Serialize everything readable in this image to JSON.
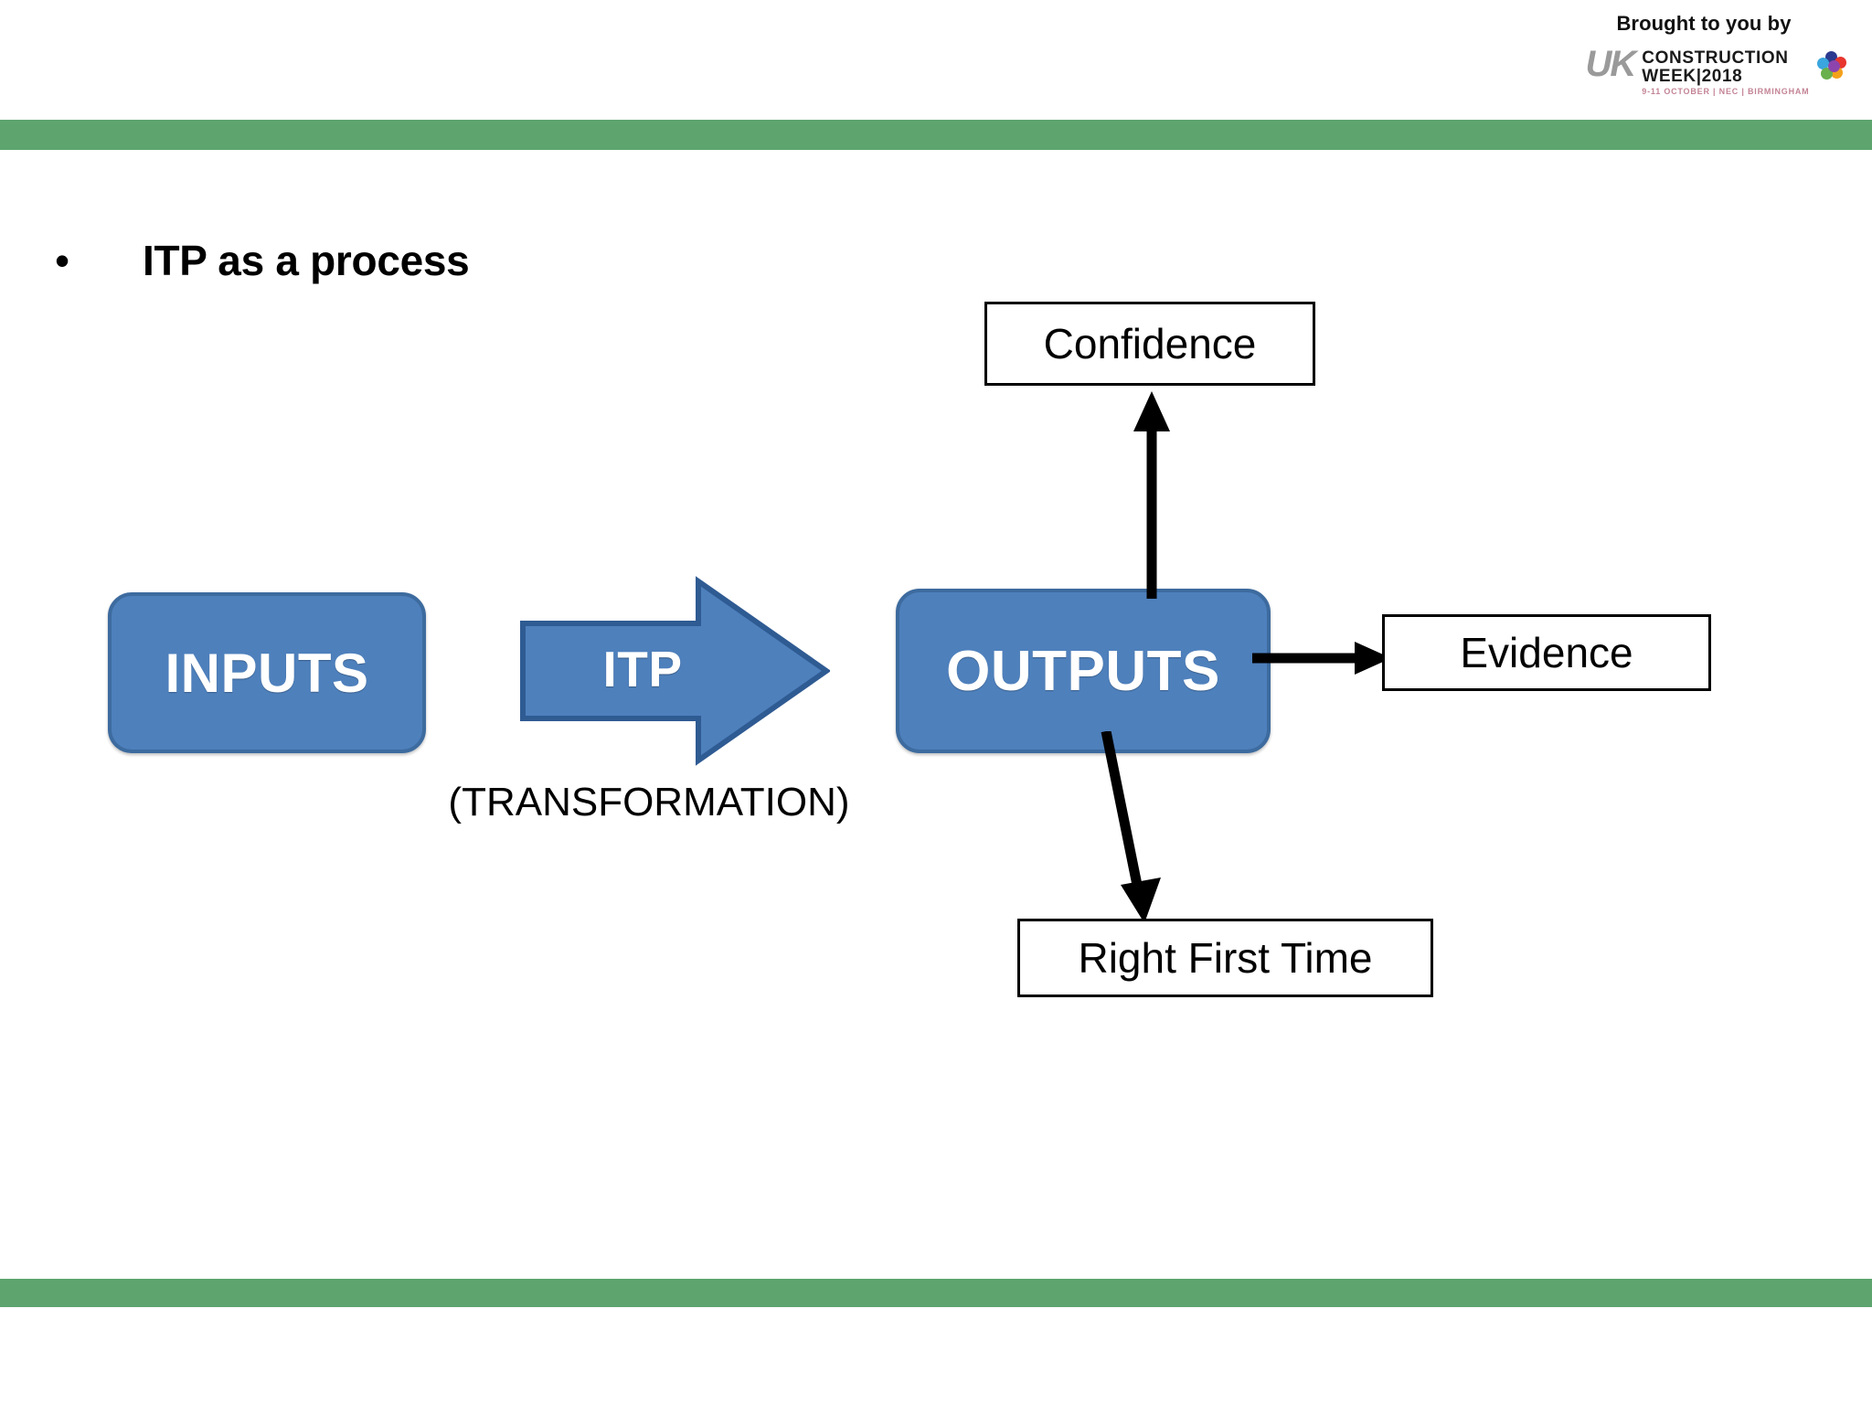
{
  "header": {
    "brought_to_you_by": "Brought to you by",
    "logo": {
      "mark": "UK",
      "line1": "CONSTRUCTION",
      "line2": "WEEK|2018",
      "tagline": "9-11 OCTOBER | NEC | BIRMINGHAM"
    }
  },
  "slide": {
    "bullet_marker": "•",
    "bullet_title": "ITP as a process"
  },
  "diagram": {
    "inputs_label": "INPUTS",
    "process_label": "ITP",
    "process_sublabel": "(TRANSFORMATION)",
    "outputs_label": "OUTPUTS",
    "outcomes": [
      {
        "label": "Confidence"
      },
      {
        "label": "Evidence"
      },
      {
        "label": "Right First Time"
      }
    ]
  },
  "colors": {
    "green_bar": "#5da46f",
    "shape_fill": "#4e80bc",
    "shape_border": "#3d6b9f",
    "text_dark": "#000000",
    "text_light": "#ffffff"
  }
}
